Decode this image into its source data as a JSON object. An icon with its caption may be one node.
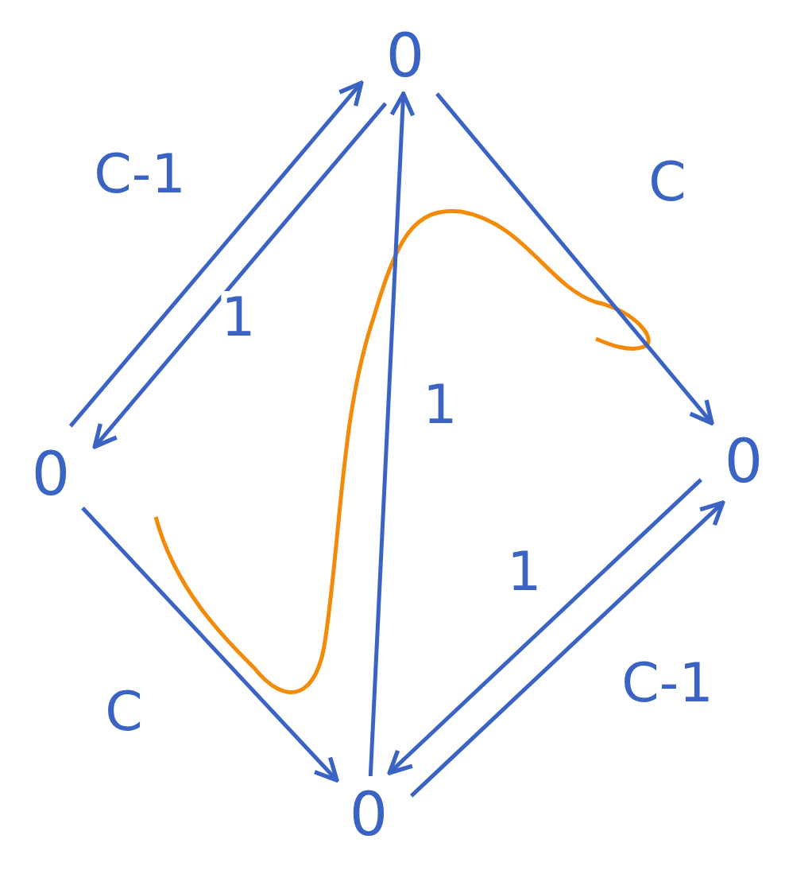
{
  "diagram": {
    "nodes": [
      {
        "text": [
          "0"
        ]
      },
      {
        "text": [
          "0"
        ]
      },
      {
        "text": [
          "0"
        ]
      },
      {
        "text": [
          "0"
        ]
      }
    ],
    "edges": [
      {
        "from": 1,
        "to": 0,
        "arrow": "to",
        "label": "C-1"
      },
      {
        "from": 0,
        "to": 1,
        "arrow": "to",
        "label": "1"
      },
      {
        "from": 3,
        "to": 0,
        "arrow": "to",
        "label": "1"
      },
      {
        "from": 0,
        "to": 2,
        "arrow": "to",
        "label": "C"
      },
      {
        "from": 1,
        "to": 3,
        "arrow": "to",
        "label": "C"
      },
      {
        "from": 3,
        "to": 2,
        "arrow": "to",
        "label": "C-1"
      },
      {
        "from": 2,
        "to": 3,
        "arrow": "to",
        "label": "1"
      }
    ]
  }
}
